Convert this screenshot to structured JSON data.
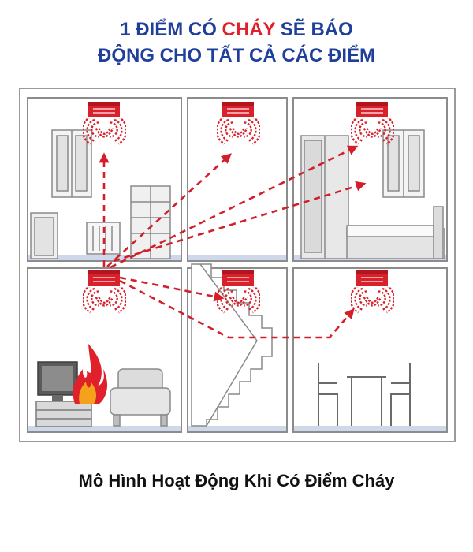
{
  "heading": {
    "line1_before": "1 ĐIỂM CÓ ",
    "line1_highlight": "CHÁY",
    "line1_after": " SẼ BÁO",
    "line2": "ĐỘNG CHO TẤT CẢ CÁC ĐIỂM"
  },
  "caption": "Mô Hình Hoạt Động Khi Có Điểm Cháy",
  "colors": {
    "title_blue": "#1f3f9a",
    "highlight_red": "#e0202a",
    "detector_red": "#d8212b",
    "alarm_arrow": "#d21f2a",
    "wall_gray": "#9a9a9a",
    "floor_blue": "#cfd8ea"
  },
  "icons": {
    "detector": "smoke-detector-icon",
    "signal": "alarm-signal-icon",
    "fire": "fire-icon"
  }
}
